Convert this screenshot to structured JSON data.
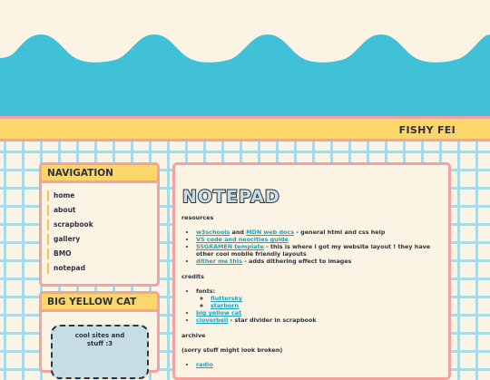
{
  "site": {
    "name": "FISHY FEI"
  },
  "nav": {
    "title": "NAVIGATION",
    "items": [
      {
        "label": "home"
      },
      {
        "label": "about"
      },
      {
        "label": "scrapbook"
      },
      {
        "label": "gallery"
      },
      {
        "label": "BMO"
      },
      {
        "label": "notepad"
      }
    ]
  },
  "cat": {
    "title": "BIG YELLOW CAT",
    "text": "cool sites and stuff :3"
  },
  "main": {
    "title": "NOTEPAD",
    "resources": {
      "heading": "resources",
      "items": [
        {
          "links": [
            "w3schools",
            "MDN web docs"
          ],
          "joiner": " and ",
          "text": " - general html and css help"
        },
        {
          "link": "VS code and neocities guide",
          "text": ""
        },
        {
          "link": "SSGRAMEN template",
          "text": " - this is where i got my website layout ! they have other cool mobile friendly layouts"
        },
        {
          "link": "dither me this",
          "text": " - adds dithering effect to images"
        }
      ]
    },
    "credits": {
      "heading": "credits",
      "fonts_label": "fonts:",
      "fonts": [
        "fluttersky",
        "starborn"
      ],
      "items": [
        {
          "link": "big yellow cat",
          "text": ""
        },
        {
          "link": "cloverbell",
          "text": " - star divider in scrapbook"
        }
      ]
    },
    "archive": {
      "heading": "archive",
      "note": "(sorry stuff might look broken)",
      "items": [
        {
          "link": "radio"
        }
      ]
    }
  },
  "colors": {
    "sky": "#41c1d8",
    "cream": "#fbf3e4",
    "yellow": "#fcd56b",
    "pink_border": "#f2a3a0",
    "grid": "#a7dbe6",
    "link": "#1aa3c0",
    "text": "#2d3340"
  }
}
